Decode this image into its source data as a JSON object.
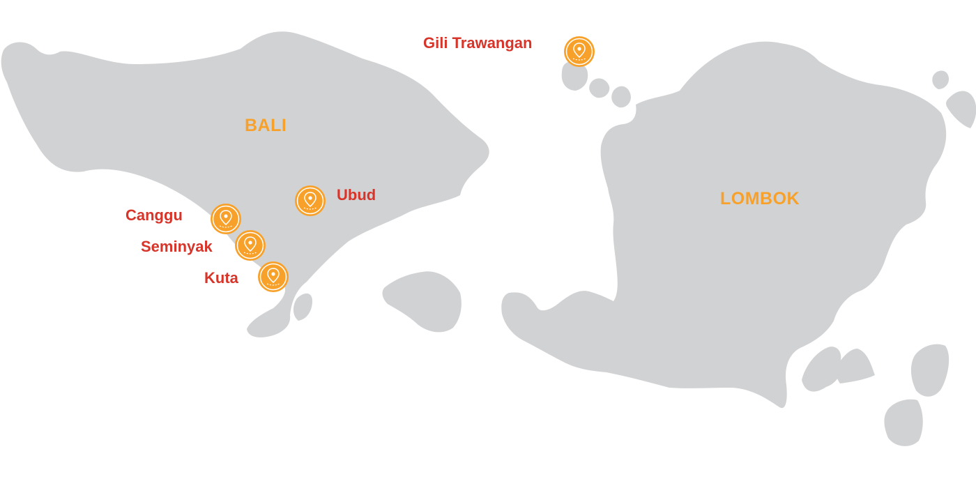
{
  "map": {
    "land_color": "#d1d2d4",
    "marker_color": "#f7a12a",
    "island_label_color": "#f7a12a",
    "place_label_color": "#d7342a",
    "marker_icon": "map-pin-icon"
  },
  "islands": {
    "bali": "BALI",
    "lombok": "LOMBOK"
  },
  "places": {
    "gili_trawangan": "Gili Trawangan",
    "ubud": "Ubud",
    "canggu": "Canggu",
    "seminyak": "Seminyak",
    "kuta": "Kuta"
  }
}
